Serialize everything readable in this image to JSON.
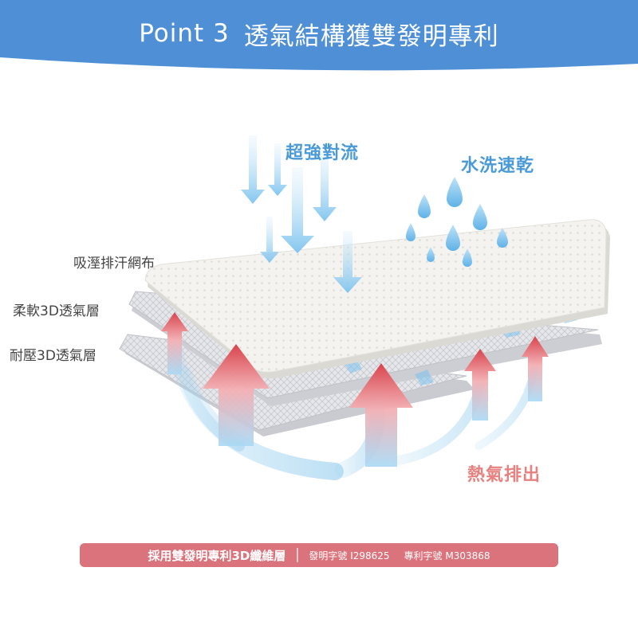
{
  "header": {
    "point_label": "Point 3",
    "title": "透氣結構獲雙發明專利",
    "bg_color": "#4f8fd6"
  },
  "illustration": {
    "label_airflow": "超強對流",
    "label_washable": "水洗速乾",
    "label_top_layer": "吸溼排汗網布",
    "label_middle_layer": "柔軟3D透氣層",
    "label_bottom_layer": "耐壓3D透氣層",
    "label_heat": "熱氣排出",
    "colors": {
      "blue_label": "#4a9ad8",
      "heat_label": "#e6817f",
      "arrow_red": "#d9484f",
      "arrow_blue": "#9fd2f0"
    }
  },
  "banner": {
    "main_text": "採用雙發明專利3D纖維層",
    "separator": "│",
    "invention_label": "發明字號 I298625",
    "patent_label": "專利字號 M303868",
    "bg_color": "#db737c"
  }
}
